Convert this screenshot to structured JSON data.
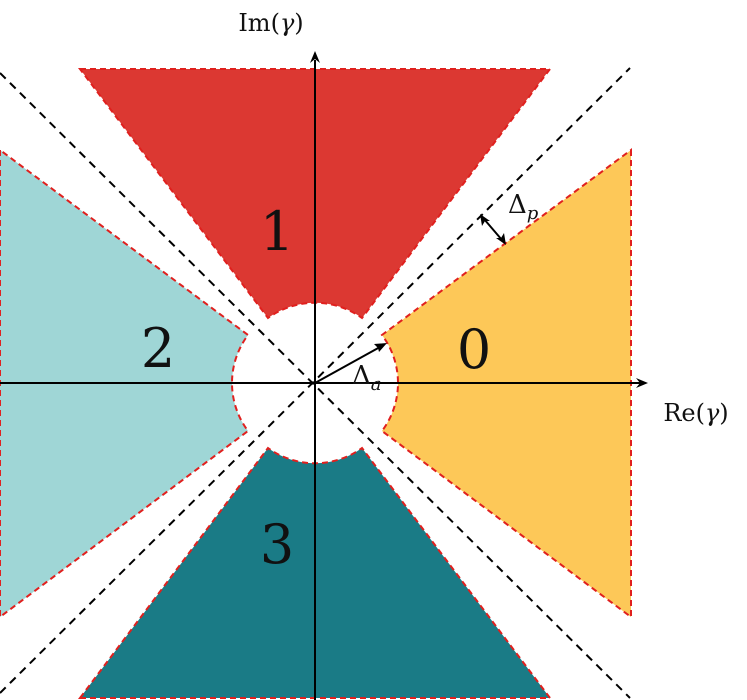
{
  "diagram": {
    "axes": {
      "x_label_prefix": "Re(",
      "x_label_var": "γ",
      "x_label_suffix": ")",
      "y_label_prefix": "Im(",
      "y_label_var": "γ",
      "y_label_suffix": ")"
    },
    "regions": [
      {
        "label": "0",
        "color": "#FDC858"
      },
      {
        "label": "1",
        "color": "#DC3832"
      },
      {
        "label": "2",
        "color": "#9FD6D6"
      },
      {
        "label": "3",
        "color": "#1A7B86"
      }
    ],
    "annotations": {
      "delta_a_symbol": "Δ",
      "delta_a_sub": "a",
      "delta_p_symbol": "Δ",
      "delta_p_sub": "p"
    },
    "colors": {
      "boundary": "#E0201E",
      "diagonal": "#000000",
      "axis": "#000000"
    }
  }
}
